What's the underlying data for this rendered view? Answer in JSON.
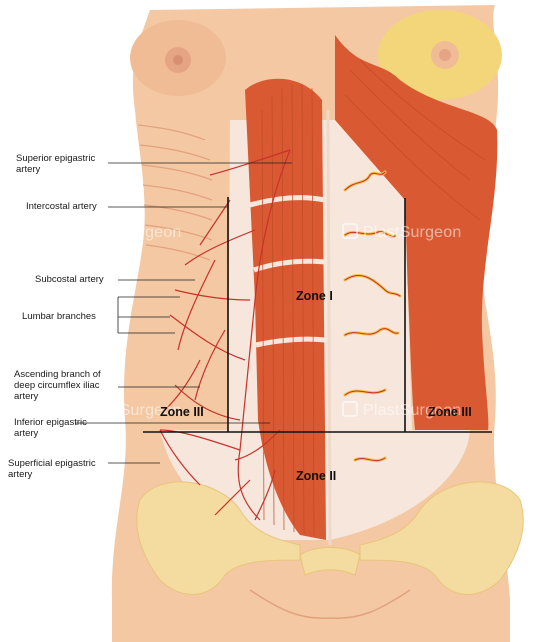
{
  "labels": {
    "superior_epigastric": [
      "Superior epigastric",
      "artery"
    ],
    "intercostal": [
      "Intercostal artery"
    ],
    "subcostal": [
      "Subcostal artery"
    ],
    "lumbar": [
      "Lumbar branches"
    ],
    "ascending_circumflex": [
      "Ascending branch of",
      "deep circumflex iliac",
      "artery"
    ],
    "inferior_epigastric": [
      "Inferior epigastric",
      "artery"
    ],
    "superficial_epigastric": [
      "Superficial epigastric",
      "artery"
    ]
  },
  "zones": {
    "zone1": "Zone I",
    "zone2": "Zone II",
    "zone3_left": "Zone III",
    "zone3_right": "Zone III"
  },
  "watermark": "PlastSurgeon",
  "colors": {
    "skin": "#f3c8a2",
    "skin_shadow": "#e9ad84",
    "muscle": "#d95a32",
    "muscle_dark": "#c04a26",
    "fascia": "#f6e6dc",
    "artery": "#c8322a",
    "perforator_yellow": "#f2c14e",
    "bone": "#f4dca0"
  }
}
